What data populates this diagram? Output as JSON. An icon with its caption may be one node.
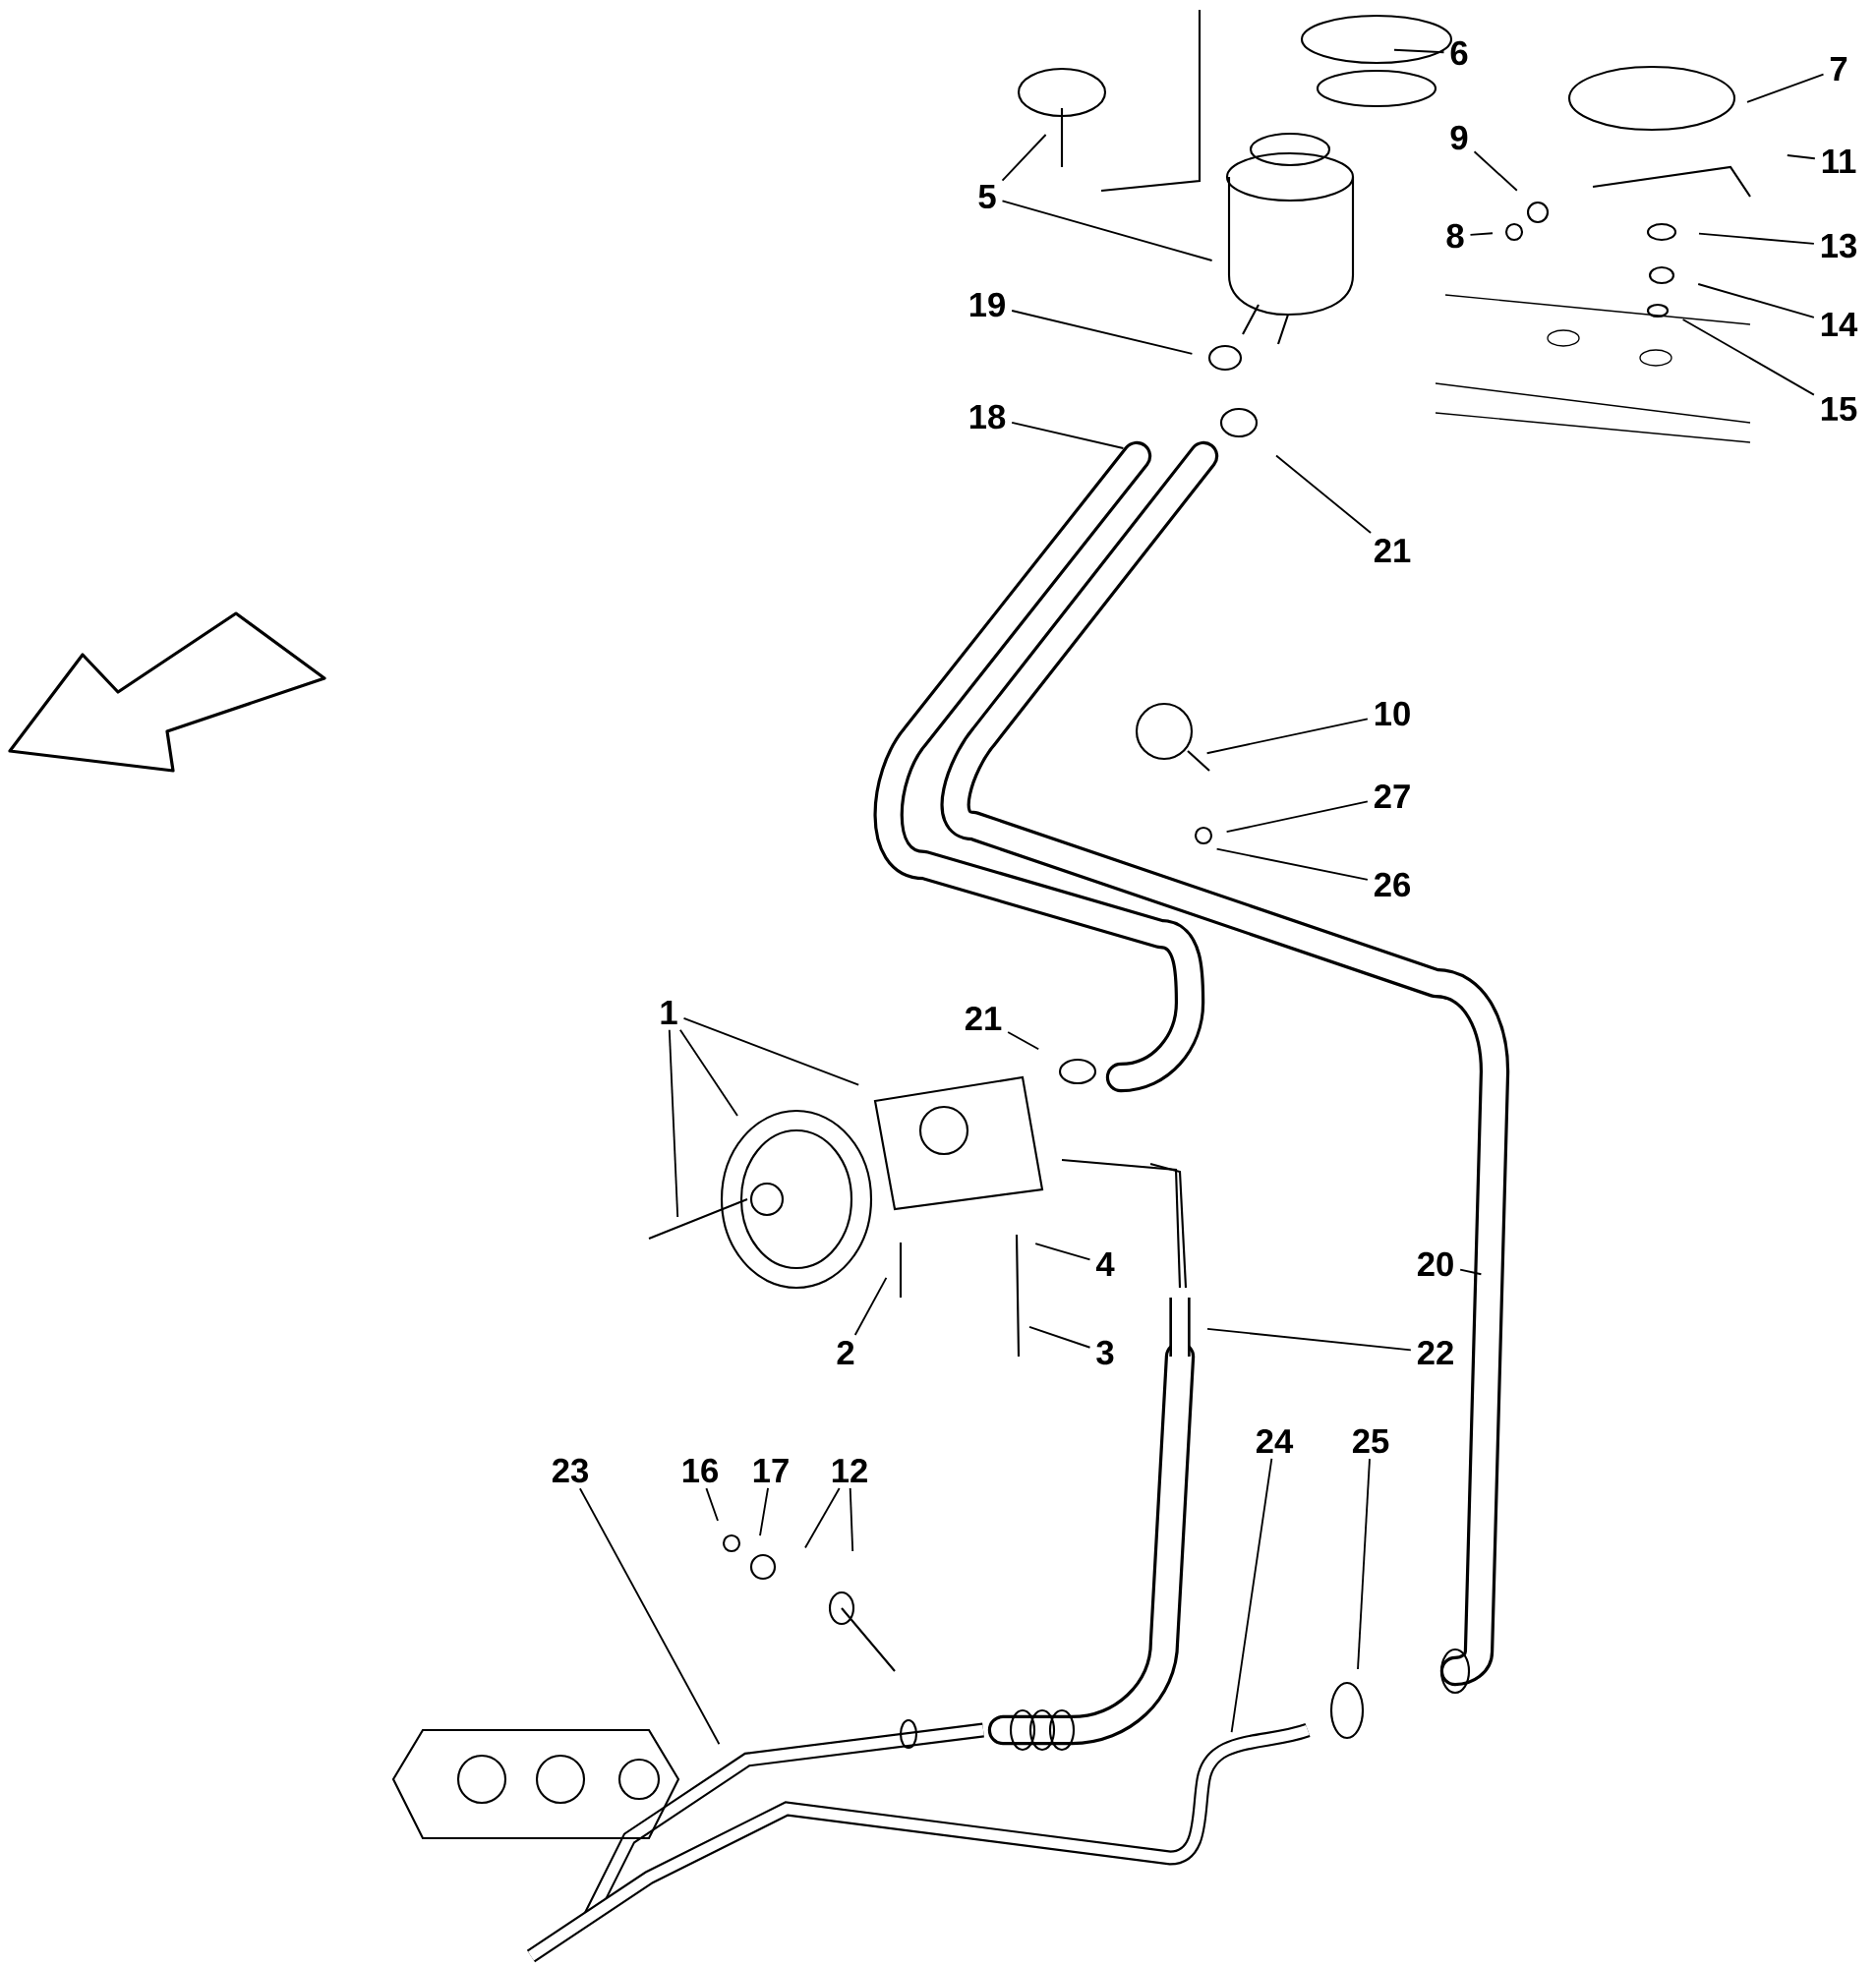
{
  "diagram": {
    "nodes": [
      {
        "text": [
          "6"
        ]
      },
      {
        "text": [
          "7"
        ]
      },
      {
        "text": [
          "9"
        ]
      },
      {
        "text": [
          "11"
        ]
      },
      {
        "text": [
          "5"
        ]
      },
      {
        "text": [
          "8"
        ]
      },
      {
        "text": [
          "13"
        ]
      },
      {
        "text": [
          "19"
        ]
      },
      {
        "text": [
          "14"
        ]
      },
      {
        "text": [
          "15"
        ]
      },
      {
        "text": [
          "18"
        ]
      },
      {
        "text": [
          "21"
        ]
      },
      {
        "text": [
          "10"
        ]
      },
      {
        "text": [
          "27"
        ]
      },
      {
        "text": [
          "26"
        ]
      },
      {
        "text": [
          "1"
        ]
      },
      {
        "text": [
          "21"
        ]
      },
      {
        "text": [
          "4"
        ]
      },
      {
        "text": [
          "20"
        ]
      },
      {
        "text": [
          "2"
        ]
      },
      {
        "text": [
          "3"
        ]
      },
      {
        "text": [
          "22"
        ]
      },
      {
        "text": [
          "23"
        ]
      },
      {
        "text": [
          "16"
        ]
      },
      {
        "text": [
          "17"
        ]
      },
      {
        "text": [
          "12"
        ]
      },
      {
        "text": [
          "24"
        ]
      },
      {
        "text": [
          "25"
        ]
      }
    ],
    "edges": [
      {
        "from": 0,
        "to": null,
        "arrow": "none"
      },
      {
        "from": 1,
        "to": null,
        "arrow": "none"
      },
      {
        "from": 2,
        "to": null,
        "arrow": "none"
      },
      {
        "from": 3,
        "to": null,
        "arrow": "none"
      },
      {
        "from": 4,
        "to": null,
        "arrow": "none"
      },
      {
        "from": 4,
        "to": null,
        "arrow": "none"
      },
      {
        "from": 5,
        "to": null,
        "arrow": "none"
      },
      {
        "from": 6,
        "to": null,
        "arrow": "none"
      },
      {
        "from": 7,
        "to": null,
        "arrow": "none"
      },
      {
        "from": 8,
        "to": null,
        "arrow": "none"
      },
      {
        "from": 9,
        "to": null,
        "arrow": "none"
      },
      {
        "from": 10,
        "to": null,
        "arrow": "none"
      },
      {
        "from": 11,
        "to": null,
        "arrow": "none"
      },
      {
        "from": 12,
        "to": null,
        "arrow": "none"
      },
      {
        "from": 13,
        "to": null,
        "arrow": "none"
      },
      {
        "from": 14,
        "to": null,
        "arrow": "none"
      },
      {
        "from": 15,
        "to": null,
        "arrow": "none"
      },
      {
        "from": 15,
        "to": null,
        "arrow": "none"
      },
      {
        "from": 15,
        "to": null,
        "arrow": "none"
      },
      {
        "from": 16,
        "to": null,
        "arrow": "none"
      },
      {
        "from": 17,
        "to": null,
        "arrow": "none"
      },
      {
        "from": 18,
        "to": null,
        "arrow": "none"
      },
      {
        "from": 19,
        "to": null,
        "arrow": "none"
      },
      {
        "from": 20,
        "to": null,
        "arrow": "none"
      },
      {
        "from": 21,
        "to": null,
        "arrow": "none"
      },
      {
        "from": 22,
        "to": null,
        "arrow": "none"
      },
      {
        "from": 23,
        "to": null,
        "arrow": "none"
      },
      {
        "from": 24,
        "to": null,
        "arrow": "none"
      },
      {
        "from": 25,
        "to": null,
        "arrow": "none"
      },
      {
        "from": 25,
        "to": null,
        "arrow": "none"
      },
      {
        "from": 26,
        "to": null,
        "arrow": "none"
      },
      {
        "from": 27,
        "to": null,
        "arrow": "none"
      }
    ]
  }
}
